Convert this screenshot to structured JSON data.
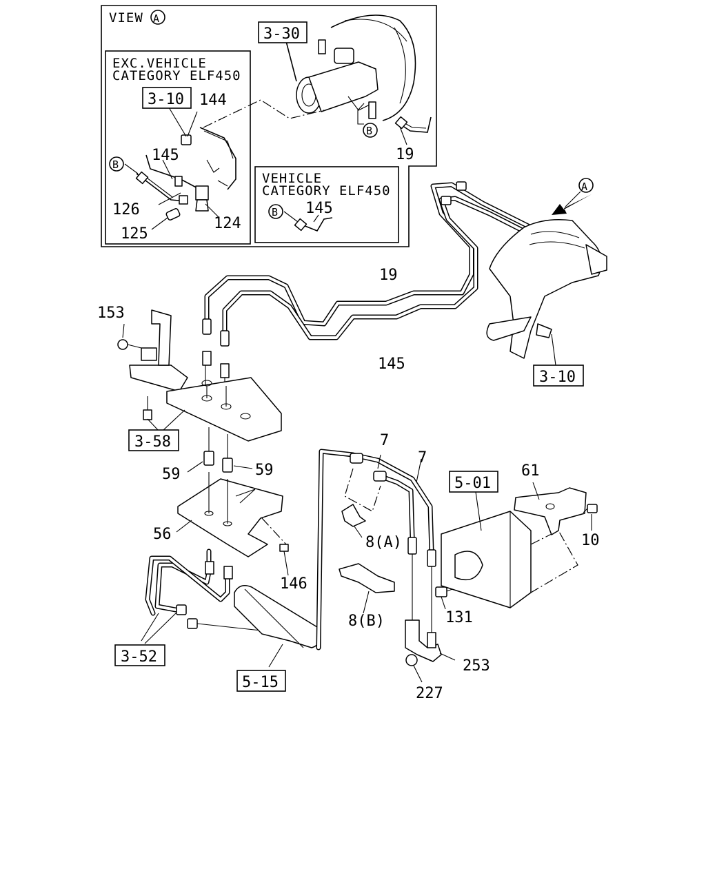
{
  "view": {
    "title": "VIEW",
    "marker": "A"
  },
  "inset_exc": {
    "line1": "EXC.VEHICLE",
    "line2": "CATEGORY ELF450"
  },
  "inset_veh": {
    "line1": "VEHICLE",
    "line2": "CATEGORY ELF450"
  },
  "refs": {
    "r330": "3-30",
    "r310_inset": "3-10",
    "r310_main": "3-10",
    "r358": "3-58",
    "r501": "5-01",
    "r352": "3-52",
    "r515": "5-15"
  },
  "circles": {
    "a_view": "A",
    "a_main": "A",
    "b1": "B",
    "b2": "B",
    "b3": "B"
  },
  "labels": {
    "p144": "144",
    "p145_inset": "145",
    "p126": "126",
    "p125": "125",
    "p124": "124",
    "p19_inset": "19",
    "p145_veh": "145",
    "p19": "19",
    "p145": "145",
    "p153": "153",
    "p59a": "59",
    "p59b": "59",
    "p56": "56",
    "p146": "146",
    "p7a": "7",
    "p7b": "7",
    "p8a": "8(A)",
    "p8b": "8(B)",
    "p61": "61",
    "p10": "10",
    "p131": "131",
    "p253": "253",
    "p227": "227"
  }
}
